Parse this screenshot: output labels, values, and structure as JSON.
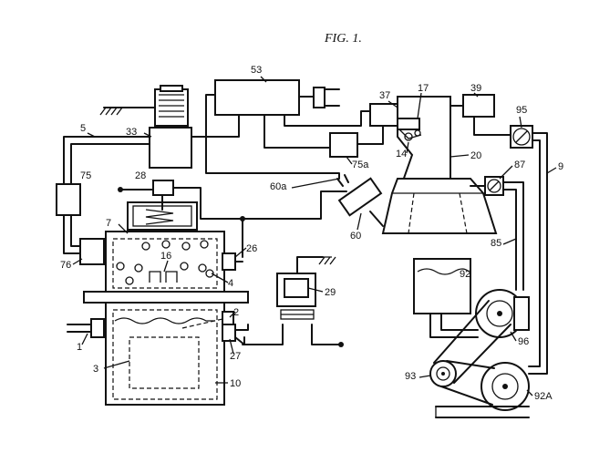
{
  "figure": {
    "title": "FIG. 1.",
    "labels": {
      "l53": "53",
      "l37": "37",
      "l17": "17",
      "l39": "39",
      "l95": "95",
      "l33": "33",
      "l5": "5",
      "l14": "14",
      "l20": "20",
      "l75a": "75a",
      "l9": "9",
      "l87": "87",
      "l75": "75",
      "l28": "28",
      "l60a": "60a",
      "l7": "7",
      "l60": "60",
      "l85": "85",
      "l16": "16",
      "l26": "26",
      "l76": "76",
      "l4": "4",
      "l29": "29",
      "l92": "92",
      "l2": "2",
      "l1": "1",
      "l27": "27",
      "l3": "3",
      "l96": "96",
      "l10": "10",
      "l93": "93",
      "l92A": "92A"
    }
  }
}
